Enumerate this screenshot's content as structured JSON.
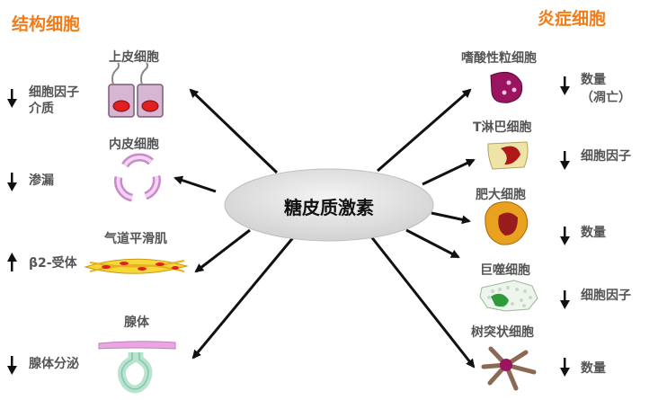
{
  "titles": {
    "structural": "结构细胞",
    "inflammatory": "炎症细胞"
  },
  "center": {
    "label": "糖皮质激素"
  },
  "structural_cells": [
    {
      "name": "上皮细胞",
      "effect_line1": "细胞因子",
      "effect_line2": "介质",
      "direction": "down"
    },
    {
      "name": "内皮细胞",
      "effect_line1": "渗漏",
      "direction": "down"
    },
    {
      "name": "气道平滑肌",
      "effect_line1": "β2-受体",
      "direction": "up"
    },
    {
      "name": "腺体",
      "effect_line1": "腺体分泌",
      "direction": "down"
    }
  ],
  "inflammatory_cells": [
    {
      "name": "嗜酸性粒细胞",
      "effect_line1": "数量",
      "effect_line2": "（凋亡）",
      "direction": "down"
    },
    {
      "name": "T淋巴细胞",
      "effect_line1": "细胞因子",
      "direction": "down"
    },
    {
      "name": "肥大细胞",
      "effect_line1": "数量",
      "direction": "down"
    },
    {
      "name": "巨噬细胞",
      "effect_line1": "细胞因子",
      "direction": "down"
    },
    {
      "name": "树突状细胞",
      "effect_line1": "数量",
      "direction": "down"
    }
  ],
  "colors": {
    "title": "#f07d1a",
    "text": "#555555",
    "center_fill": "#e4e4e4"
  }
}
